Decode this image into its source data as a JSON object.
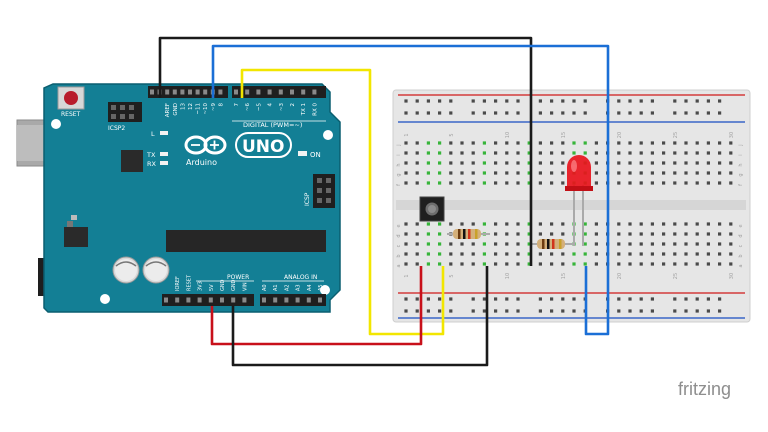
{
  "diagram": {
    "arduino": {
      "brand": "Arduino",
      "model": "UNO",
      "reset_label": "RESET",
      "icsp2_label": "ICSP2",
      "icsp_label": "ICSP",
      "digital_label": "DIGITAL (PWM=~)",
      "power_label": "POWER",
      "analog_label": "ANALOG IN",
      "led_l": "L",
      "led_tx": "TX",
      "led_rx": "RX",
      "on_label": "ON",
      "top_pins": [
        "AREF",
        "GND",
        "13",
        "12",
        "~11",
        "~10",
        "~9",
        "8",
        "7",
        "~6",
        "~5",
        "4",
        "~3",
        "2",
        "TX 1",
        "RX 0"
      ],
      "power_pins": [
        "IOREF",
        "RESET",
        "3V3",
        "5V",
        "GND",
        "GND",
        "VIN"
      ],
      "analog_pins": [
        "A0",
        "A1",
        "A2",
        "A3",
        "A4",
        "A5"
      ]
    },
    "breadboard": {
      "row_letters_top": [
        "j",
        "i",
        "h",
        "g",
        "f"
      ],
      "row_letters_bottom": [
        "e",
        "d",
        "c",
        "b",
        "a"
      ],
      "column_marks": [
        "1",
        "5",
        "10",
        "15",
        "20",
        "25",
        "30"
      ]
    },
    "wires": [
      {
        "name": "black-wire-top",
        "color": "#1a1a1a"
      },
      {
        "name": "blue-wire",
        "color": "#1b6fd6"
      },
      {
        "name": "yellow-wire",
        "color": "#f2e600"
      },
      {
        "name": "red-wire",
        "color": "#c8101a"
      },
      {
        "name": "black-wire-bottom",
        "color": "#1a1a1a"
      }
    ],
    "colors": {
      "board": "#137f95",
      "board_dark": "#0b5f70",
      "breadboard": "#e7e7e7",
      "rail_red": "#d33b3b",
      "rail_blue": "#3a66c7",
      "led": "#e8141c"
    },
    "watermark": "fritzing"
  }
}
